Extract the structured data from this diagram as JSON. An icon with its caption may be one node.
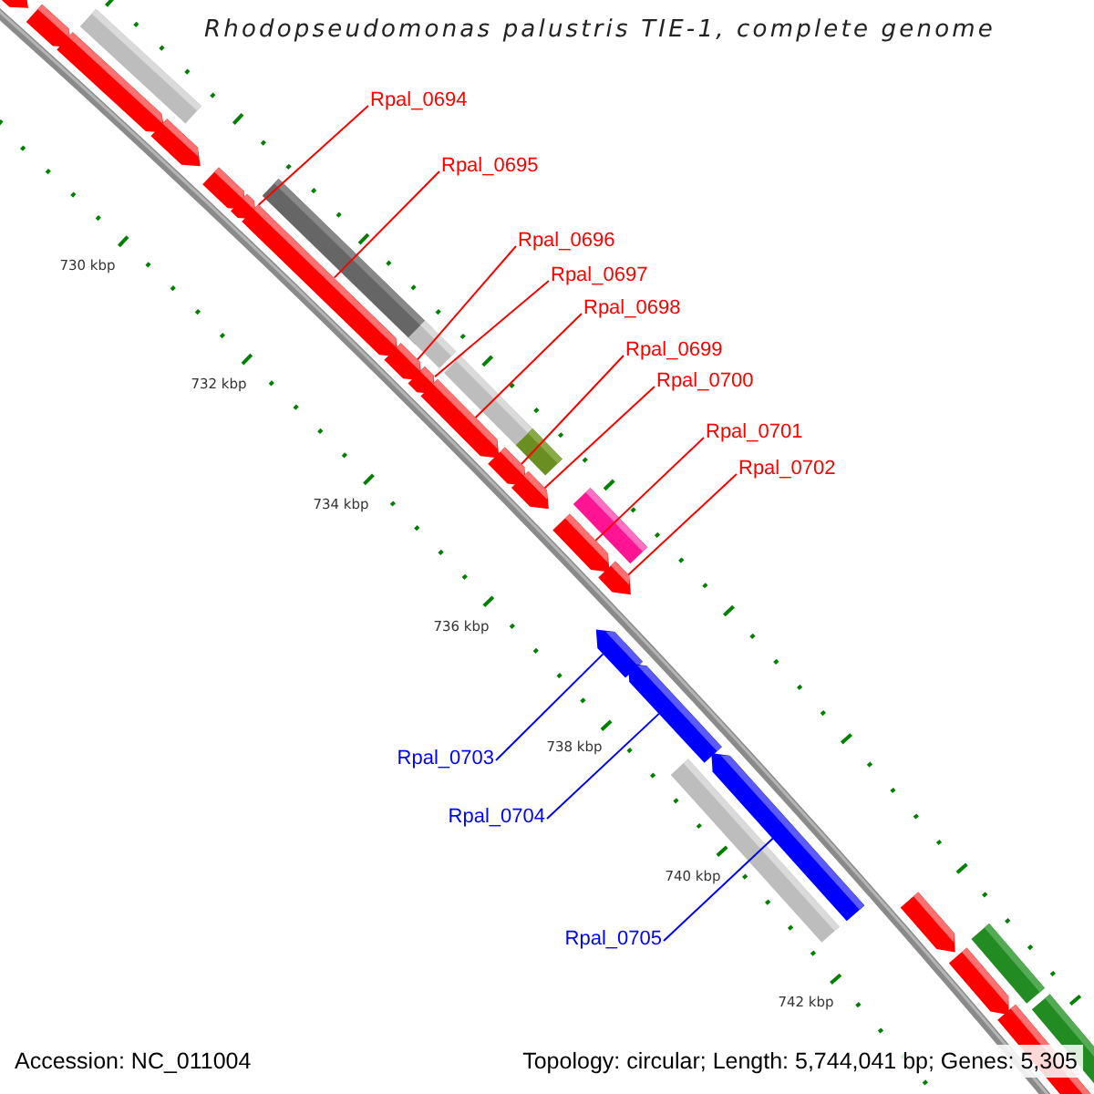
{
  "diagram": {
    "title": "Rhodopseudomonas palustris TIE-1, complete genome",
    "nodes": [
      {
        "text": [
          "Rpal_0694"
        ]
      },
      {
        "text": [
          "Rpal_0695"
        ]
      },
      {
        "text": [
          "Rpal_0696"
        ]
      },
      {
        "text": [
          "Rpal_0697"
        ]
      },
      {
        "text": [
          "Rpal_0698"
        ]
      },
      {
        "text": [
          "Rpal_0699"
        ]
      },
      {
        "text": [
          "Rpal_0700"
        ]
      },
      {
        "text": [
          "Rpal_0701"
        ]
      },
      {
        "text": [
          "Rpal_0702"
        ]
      },
      {
        "text": [
          "Rpal_0703"
        ]
      },
      {
        "text": [
          "Rpal_0704"
        ]
      },
      {
        "text": [
          "Rpal_0705"
        ]
      },
      {
        "text": [],
        "shape": "arrow"
      },
      {
        "text": [],
        "shape": "arrow"
      },
      {
        "text": [],
        "shape": "arrow"
      },
      {
        "text": [],
        "shape": "bar"
      },
      {
        "text": [],
        "shape": "arrow"
      },
      {
        "text": [],
        "shape": "arrow"
      },
      {
        "text": [],
        "shape": "arrow"
      },
      {
        "text": [],
        "shape": "bar"
      },
      {
        "text": [],
        "shape": "arrow"
      },
      {
        "text": [],
        "shape": "arrow"
      },
      {
        "text": [],
        "shape": "bar"
      },
      {
        "text": [],
        "shape": "arrow"
      },
      {
        "text": [],
        "shape": "arrow"
      },
      {
        "text": [],
        "shape": "bar"
      },
      {
        "text": [],
        "shape": "arrow"
      },
      {
        "text": [],
        "shape": "bar"
      },
      {
        "text": [],
        "shape": "arrow"
      },
      {
        "text": [],
        "shape": "bar"
      },
      {
        "text": [],
        "shape": "arrow"
      },
      {
        "text": [],
        "shape": "arrow"
      },
      {
        "text": [],
        "shape": "arrow"
      },
      {
        "text": [],
        "shape": "arrow"
      },
      {
        "text": [],
        "shape": "bar"
      },
      {
        "text": [],
        "shape": "arrow"
      },
      {
        "text": [],
        "shape": "arrow"
      },
      {
        "text": [],
        "shape": "bar"
      },
      {
        "text": [],
        "shape": "arrow"
      },
      {
        "text": [],
        "shape": "arrow"
      },
      {
        "text": [],
        "shape": "bar"
      }
    ],
    "edges": [
      {
        "from": 0,
        "to": 18,
        "arrow": "none"
      },
      {
        "from": 1,
        "to": 20,
        "arrow": "none"
      },
      {
        "from": 2,
        "to": 21,
        "arrow": "none"
      },
      {
        "from": 3,
        "to": 23,
        "arrow": "none"
      },
      {
        "from": 4,
        "to": 24,
        "arrow": "none"
      },
      {
        "from": 5,
        "to": 26,
        "arrow": "none"
      },
      {
        "from": 6,
        "to": 28,
        "arrow": "none"
      },
      {
        "from": 7,
        "to": 30,
        "arrow": "none"
      },
      {
        "from": 8,
        "to": 31,
        "arrow": "none"
      },
      {
        "from": 9,
        "to": 32,
        "arrow": "none",
        "color": "#0000ff"
      },
      {
        "from": 10,
        "to": 33,
        "arrow": "none",
        "color": "#0000ff"
      },
      {
        "from": 11,
        "to": 35,
        "arrow": "none",
        "color": "#0000ff"
      }
    ],
    "labels": [
      "730 kbp",
      "732 kbp",
      "734 kbp",
      "736 kbp",
      "738 kbp",
      "740 kbp",
      "742 kbp",
      "Accession: NC_011004",
      "Topology: circular; Length: 5,744,041 bp; Genes: 5,305"
    ]
  }
}
